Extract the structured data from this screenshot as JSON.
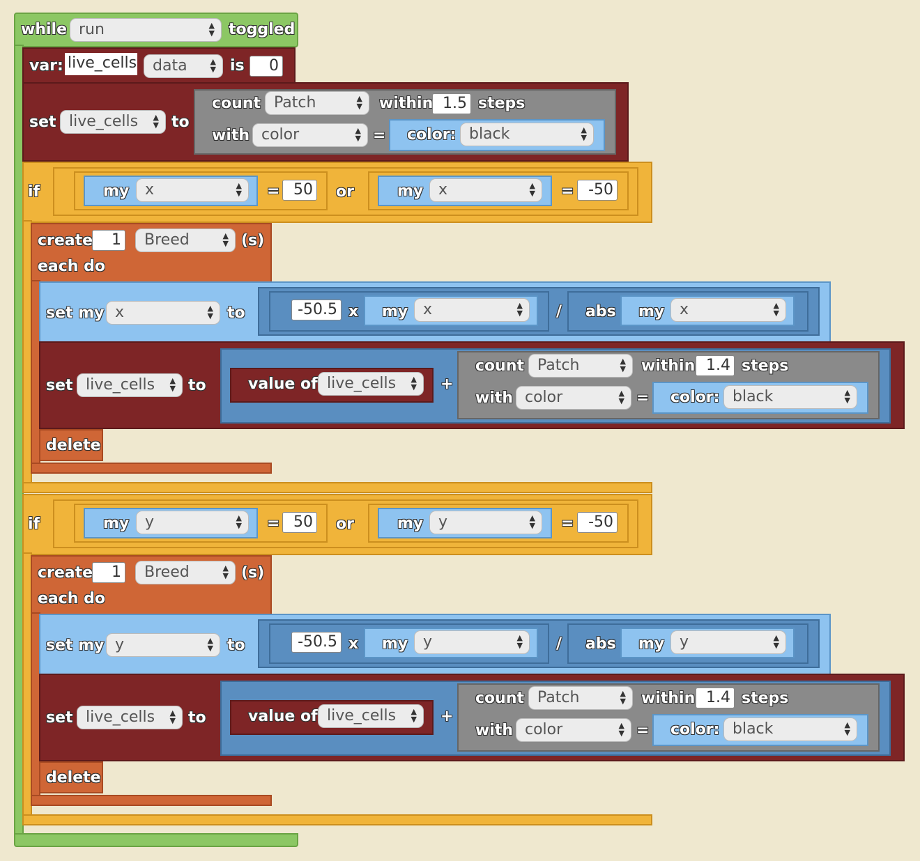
{
  "while_block": {
    "kw_while": "while",
    "var": "run",
    "kw_toggled": "toggled"
  },
  "var_block": {
    "kw_var": "var:",
    "name": "live_cells",
    "type": "data",
    "kw_is": "is",
    "value": "0"
  },
  "set1": {
    "kw_set": "set",
    "var": "live_cells",
    "kw_to": "to",
    "count": {
      "kw_count": "count",
      "agent": "Patch",
      "kw_within": "within",
      "radius": "1.5",
      "kw_steps": "steps",
      "kw_with": "with",
      "attr": "color",
      "op": "=",
      "kw_color": "color:",
      "color": "black"
    }
  },
  "if_x": {
    "kw_if": "if",
    "left": {
      "kw_my": "my",
      "attr": "x",
      "op": "=",
      "value": "50"
    },
    "kw_or": "or",
    "right": {
      "kw_my": "my",
      "attr": "x",
      "op": "=",
      "value": "-50"
    },
    "create": {
      "kw_create": "create",
      "count": "1",
      "breed": "Breed",
      "kw_s": "(s)",
      "kw_each": "each do"
    },
    "setmy": {
      "kw_setmy": "set my",
      "attr": "x",
      "kw_to": "to",
      "num": "-50.5",
      "kw_x": "x",
      "kw_my": "my",
      "attr2": "x",
      "kw_div": "/",
      "kw_abs": "abs",
      "kw_my2": "my",
      "attr3": "x"
    },
    "set2": {
      "kw_set": "set",
      "var": "live_cells",
      "kw_to": "to",
      "kw_valueof": "value of",
      "var2": "live_cells",
      "kw_plus": "+",
      "count": {
        "kw_count": "count",
        "agent": "Patch",
        "kw_within": "within",
        "radius": "1.4",
        "kw_steps": "steps",
        "kw_with": "with",
        "attr": "color",
        "op": "=",
        "kw_color": "color:",
        "color": "black"
      }
    },
    "kw_delete": "delete"
  },
  "if_y": {
    "kw_if": "if",
    "left": {
      "kw_my": "my",
      "attr": "y",
      "op": "=",
      "value": "50"
    },
    "kw_or": "or",
    "right": {
      "kw_my": "my",
      "attr": "y",
      "op": "=",
      "value": "-50"
    },
    "create": {
      "kw_create": "create",
      "count": "1",
      "breed": "Breed",
      "kw_s": "(s)",
      "kw_each": "each do"
    },
    "setmy": {
      "kw_setmy": "set my",
      "attr": "y",
      "kw_to": "to",
      "num": "-50.5",
      "kw_x": "x",
      "kw_my": "my",
      "attr2": "y",
      "kw_div": "/",
      "kw_abs": "abs",
      "kw_my2": "my",
      "attr3": "y"
    },
    "set2": {
      "kw_set": "set",
      "var": "live_cells",
      "kw_to": "to",
      "kw_valueof": "value of",
      "var2": "live_cells",
      "kw_plus": "+",
      "count": {
        "kw_count": "count",
        "agent": "Patch",
        "kw_within": "within",
        "radius": "1.4",
        "kw_steps": "steps",
        "kw_with": "with",
        "attr": "color",
        "op": "=",
        "kw_color": "color:",
        "color": "black"
      }
    },
    "kw_delete": "delete"
  }
}
